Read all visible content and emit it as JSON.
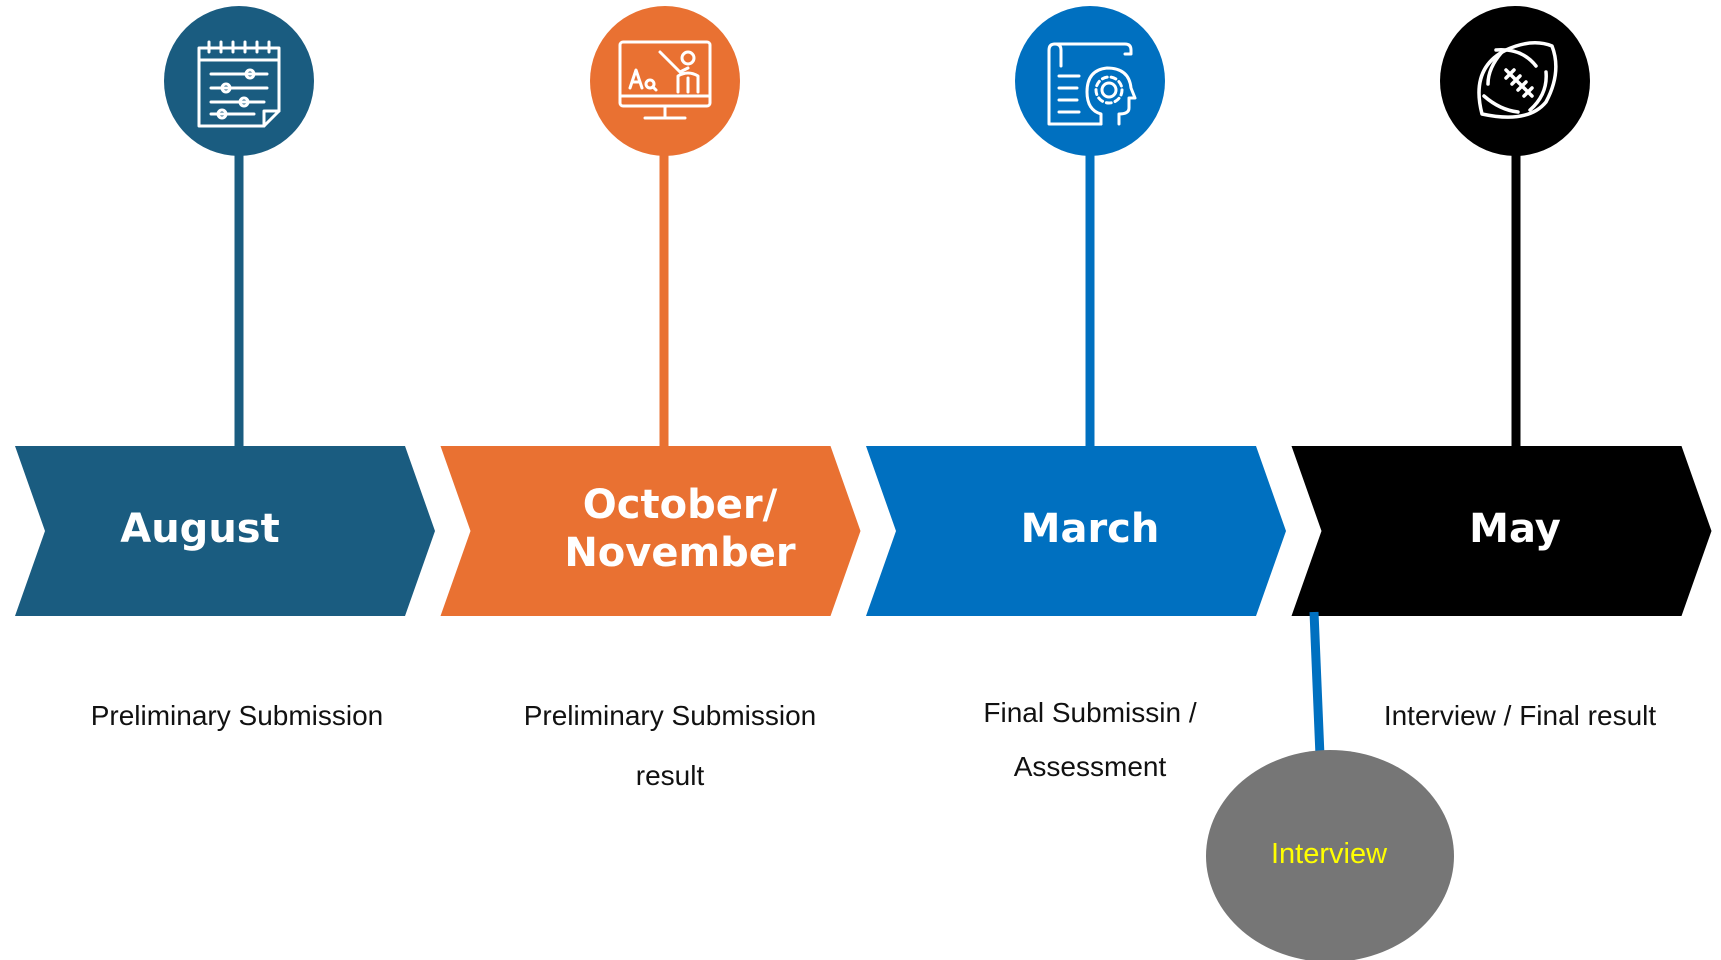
{
  "milestones": [
    {
      "label": "August",
      "description": "Preliminary Submission",
      "color": "#1a5c80",
      "icon": "calendar-settings-icon"
    },
    {
      "label": "October/\nNovember",
      "description": "Preliminary Submission\nresult",
      "color": "#e97132",
      "icon": "teacher-presentation-icon"
    },
    {
      "label": "March",
      "description": "Final Submissin /\nAssessment",
      "color": "#0070c0",
      "icon": "document-gear-head-icon"
    },
    {
      "label": "May",
      "description": "Interview / Final result",
      "color": "#000000",
      "icon": "football-icon"
    }
  ],
  "extra": {
    "label": "Interview",
    "fill": "#767676",
    "text_color": "#ffff00",
    "connector_color": "#0070c0"
  }
}
